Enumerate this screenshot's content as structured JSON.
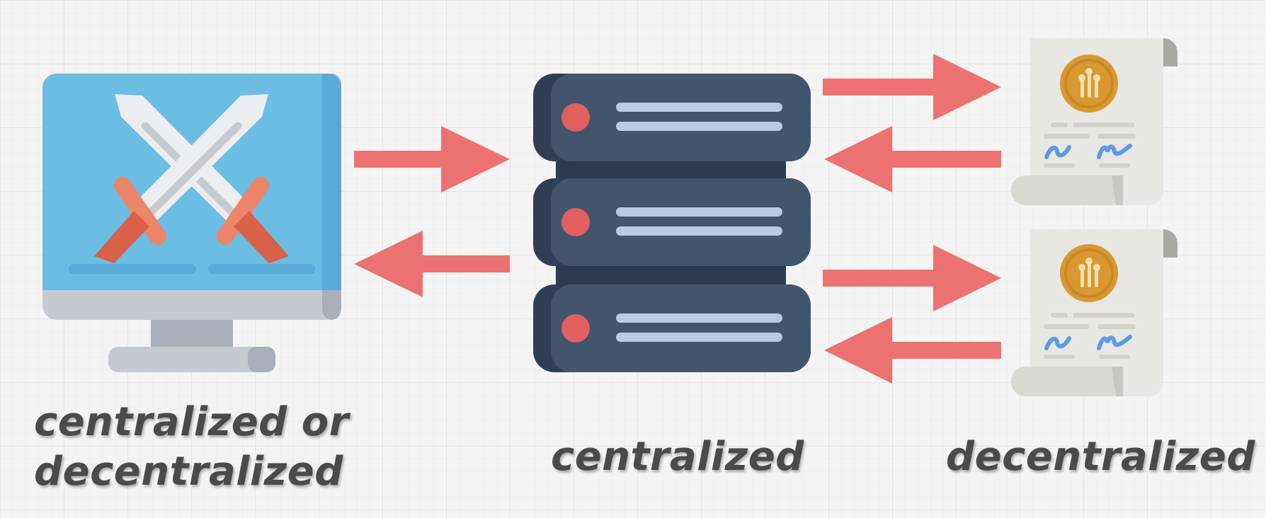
{
  "labels": {
    "client_line1": "centralized or",
    "client_line2": "decentralized",
    "server": "centralized",
    "contracts": "decentralized"
  },
  "colors": {
    "arrow": "#ec7272",
    "monitor_screen": "#6bbde3",
    "server_body": "#3f5068",
    "server_led": "#e06060",
    "coin": "#d9982f",
    "signature": "#5b9be6",
    "paper": "#e8e7e3",
    "label_text": "#4a4a4a"
  },
  "icons": {
    "client": "monitor-crossed-swords-icon",
    "server": "server-stack-icon",
    "contracts": "contract-scroll-icon"
  }
}
